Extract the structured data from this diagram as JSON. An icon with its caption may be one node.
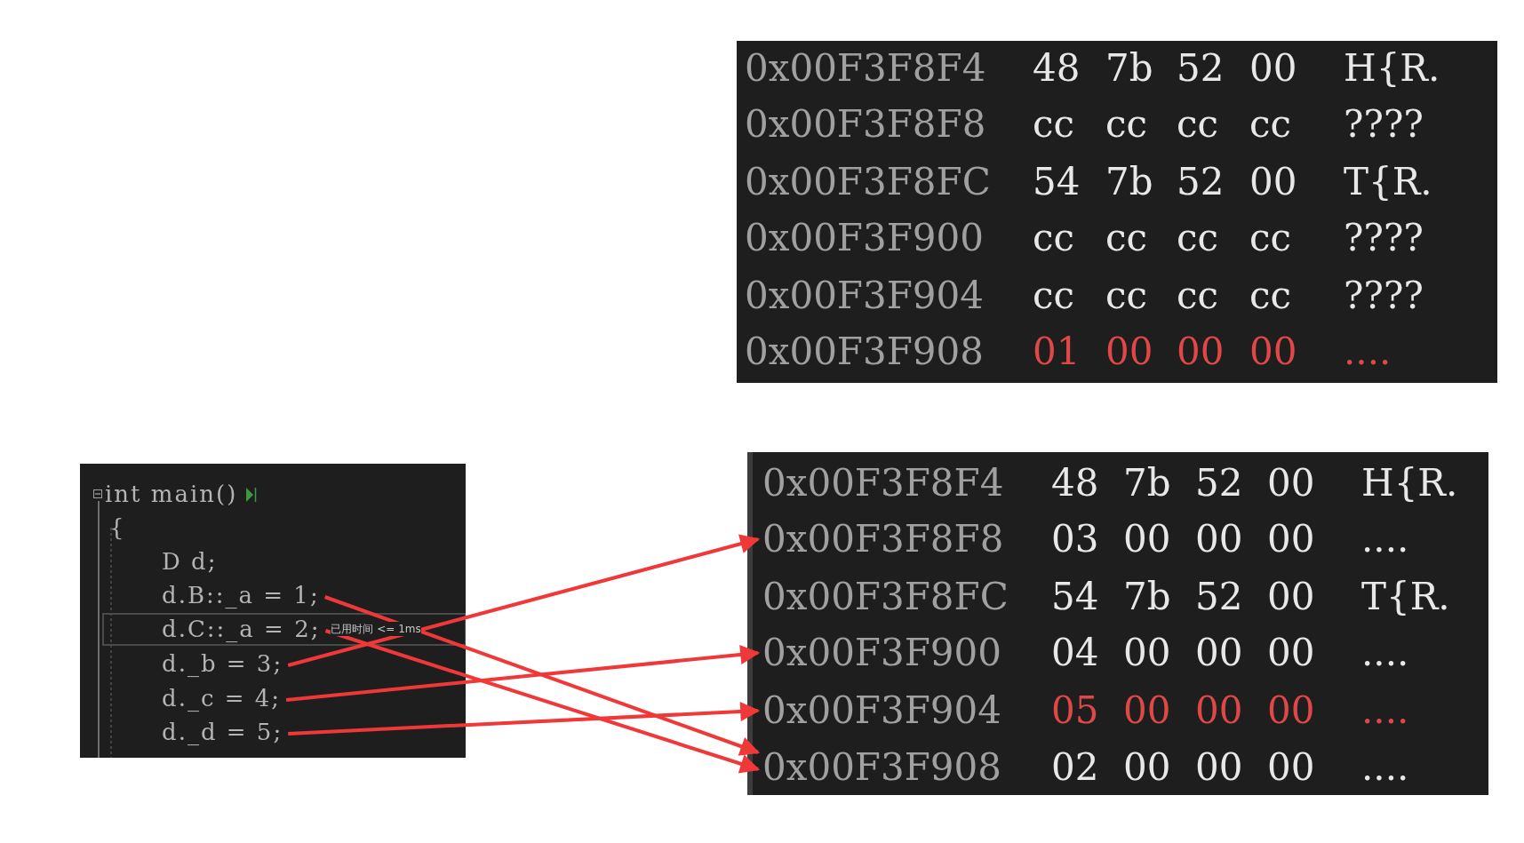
{
  "diagram": {
    "nodes": [
      {
        "text": [],
        "shape": "box"
      },
      {
        "text": [
          "int main()"
        ],
        "in": 0
      },
      {
        "text": [
          "{"
        ],
        "in": 0
      },
      {
        "text": [
          "D d;"
        ],
        "in": 0
      },
      {
        "text": [
          "d.B::_a = 1;"
        ],
        "in": 0
      },
      {
        "text": [
          "d.C::_a = 2;"
        ],
        "in": 0,
        "beside": [
          "已用时间 <= 1ms"
        ]
      },
      {
        "text": [
          "d._b = 3;"
        ],
        "in": 0
      },
      {
        "text": [
          "d._c = 4;"
        ],
        "in": 0
      },
      {
        "text": [
          "d._d = 5;"
        ],
        "in": 0
      },
      {
        "text": [],
        "shape": "box"
      },
      {
        "text": [
          "0x00F3F8F4",
          "48",
          "7b",
          "52",
          "00",
          "H{R."
        ],
        "in": 9
      },
      {
        "text": [
          "0x00F3F8F8",
          "cc",
          "cc",
          "cc",
          "cc",
          "????"
        ],
        "in": 9
      },
      {
        "text": [
          "0x00F3F8FC",
          "54",
          "7b",
          "52",
          "00",
          "T{R."
        ],
        "in": 9
      },
      {
        "text": [
          "0x00F3F900",
          "cc",
          "cc",
          "cc",
          "cc",
          "????"
        ],
        "in": 9
      },
      {
        "text": [
          "0x00F3F904",
          "cc",
          "cc",
          "cc",
          "cc",
          "????"
        ],
        "in": 9
      },
      {
        "text": [
          "0x00F3F908",
          "01",
          "00",
          "00",
          "00",
          "...."
        ],
        "in": 9
      },
      {
        "text": [],
        "shape": "box"
      },
      {
        "text": [
          "0x00F3F8F4",
          "48",
          "7b",
          "52",
          "00",
          "H{R."
        ],
        "in": 16
      },
      {
        "text": [
          "0x00F3F8F8",
          "03",
          "00",
          "00",
          "00",
          "...."
        ],
        "in": 16
      },
      {
        "text": [
          "0x00F3F8FC",
          "54",
          "7b",
          "52",
          "00",
          "T{R."
        ],
        "in": 16
      },
      {
        "text": [
          "0x00F3F900",
          "04",
          "00",
          "00",
          "00",
          "...."
        ],
        "in": 16
      },
      {
        "text": [
          "0x00F3F904",
          "05",
          "00",
          "00",
          "00",
          "...."
        ],
        "in": 16
      },
      {
        "text": [
          "0x00F3F908",
          "02",
          "00",
          "00",
          "00",
          "...."
        ],
        "in": 16
      }
    ],
    "edges": [
      {
        "from": 4,
        "to": 22,
        "arrow": "to"
      },
      {
        "from": 5,
        "to": 22,
        "arrow": "to"
      },
      {
        "from": 6,
        "to": 18,
        "arrow": "to"
      },
      {
        "from": 7,
        "to": 20,
        "arrow": "to"
      },
      {
        "from": 8,
        "to": 21,
        "arrow": "to"
      }
    ]
  }
}
